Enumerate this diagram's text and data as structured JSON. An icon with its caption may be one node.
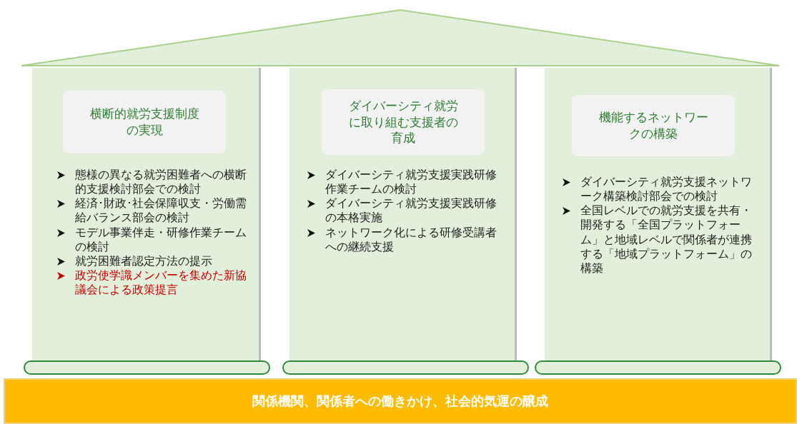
{
  "diagram": {
    "nodes": [
      {
        "text": [],
        "shape": "triangle"
      },
      {
        "text": [
          "態様の異なる就労困難者への横断的支援検討部会での検討",
          "経済･財政･社会保障収支・労働需給バランス部会の検討",
          "モデル事業伴走・研修作業チームの検討",
          "就労困難者認定方法の提示",
          "政労使学識メンバーを集めた新協議会による政策提言"
        ]
      },
      {
        "text": [
          "横断的就労支援制度の実現"
        ],
        "in": 1
      },
      {
        "text": [
          "ダイバーシティ就労支援実践研修作業チームの検討",
          "ダイバーシティ就労支援実践研修の本格実施",
          "ネットワーク化による研修受講者への継続支援"
        ]
      },
      {
        "text": [
          "ダイバーシティ就労に取り組む支援者の育成"
        ],
        "in": 3
      },
      {
        "text": [
          "ダイバーシティ就労支援ネットワーク構築検討部会での検討",
          "全国レベルでの就労支援を共有・開発する「全国プラットフォーム」と地域レベルで関係者が連携する「地域プラットフォーム」の構築"
        ]
      },
      {
        "text": [
          "機能するネットワークの構築"
        ],
        "in": 5
      },
      {
        "text": [],
        "shape": "bar"
      },
      {
        "text": [],
        "shape": "bar"
      },
      {
        "text": [],
        "shape": "bar"
      },
      {
        "text": [
          "関係機関、関係者への働きかけ、社会的気運の醸成"
        ]
      }
    ]
  }
}
